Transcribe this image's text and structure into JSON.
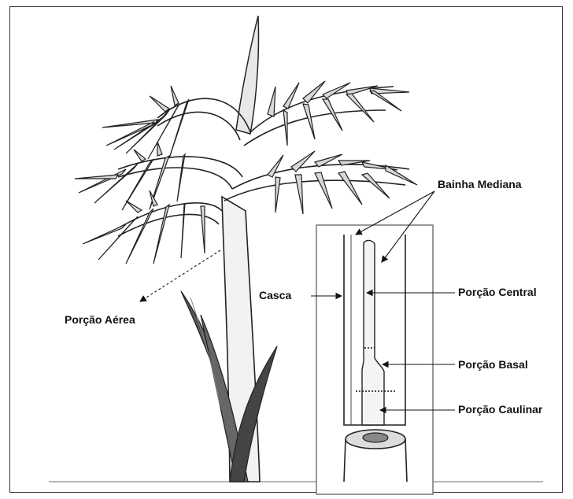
{
  "labels": {
    "bainha_mediana": "Bainha Mediana",
    "casca": "Casca",
    "porcao_central": "Porção Central",
    "porcao_aerea": "Porção Aérea",
    "porcao_basal": "Porção Basal",
    "porcao_caulinar": "Porção Caulinar"
  }
}
